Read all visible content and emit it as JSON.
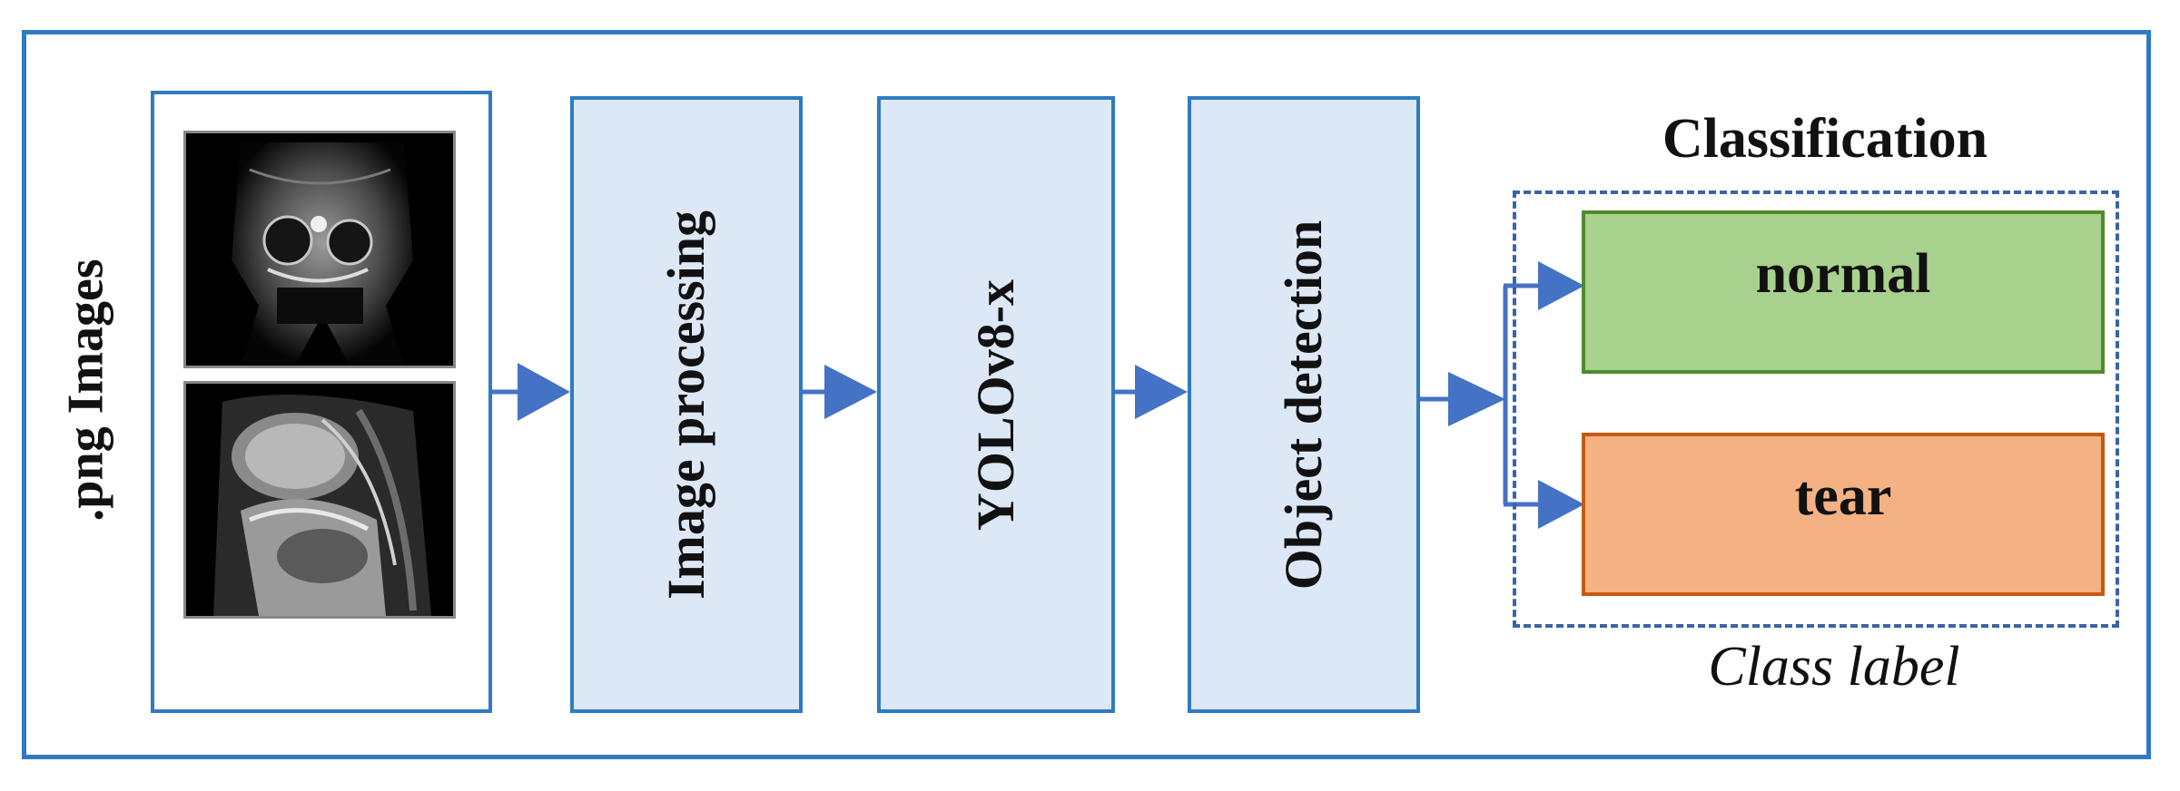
{
  "input_label": ".png Images",
  "stages": [
    {
      "label": "Image processing"
    },
    {
      "label": "YOLOv8-x"
    },
    {
      "label": "Object detection"
    }
  ],
  "classification": {
    "title": "Classification",
    "classes": [
      {
        "label": "normal",
        "color": "#a9d18e"
      },
      {
        "label": "tear",
        "color": "#f4b183"
      }
    ],
    "caption": "Class label"
  },
  "colors": {
    "frame": "#2e7bc4",
    "stage_fill": "#dde8f6",
    "arrow": "#4472c4"
  }
}
